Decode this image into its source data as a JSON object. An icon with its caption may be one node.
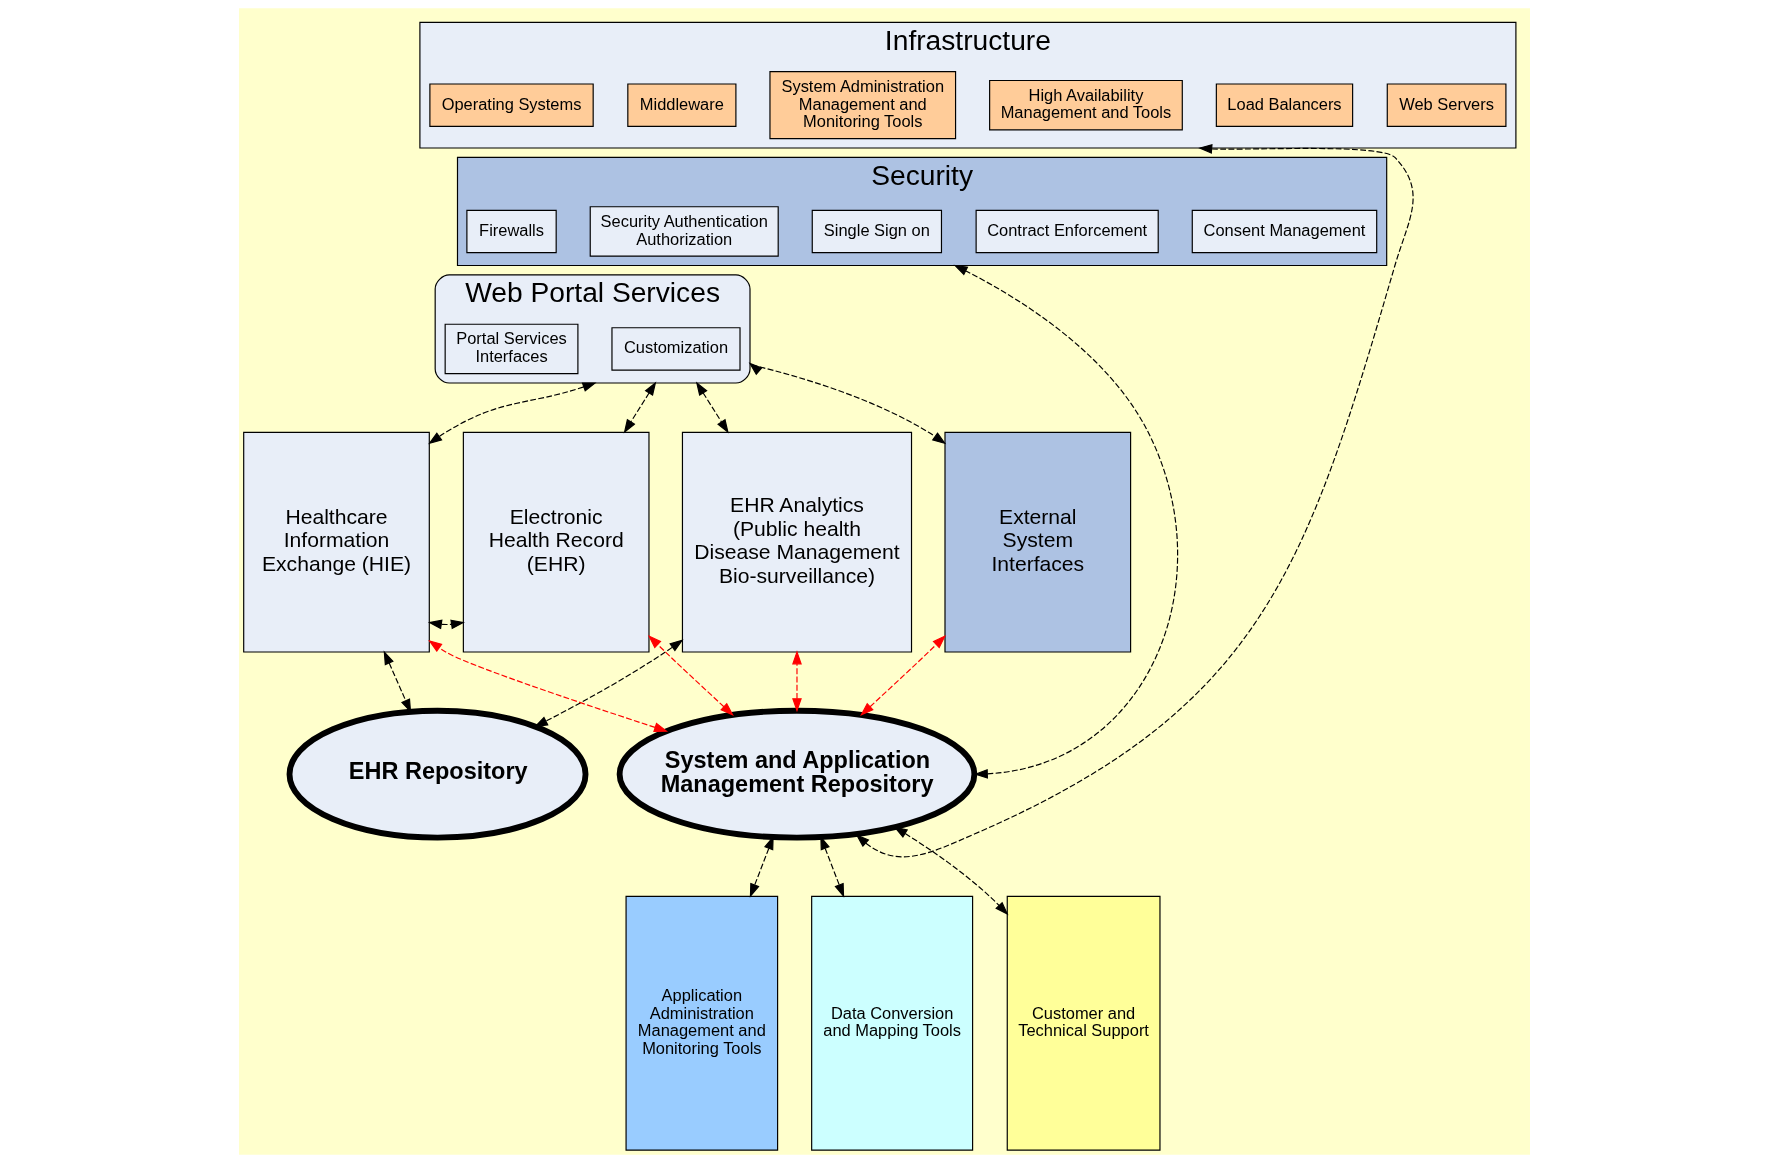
{
  "diagram": {
    "nodes": [
      {
        "text": [
          "Infrastructure"
        ]
      },
      {
        "text": [
          "Operating Systems"
        ],
        "in": 0
      },
      {
        "text": [
          "Middleware"
        ],
        "in": 0
      },
      {
        "text": [
          "System Administration Management and Monitoring Tools"
        ],
        "in": 0
      },
      {
        "text": [
          "High Availability Management and Tools"
        ],
        "in": 0
      },
      {
        "text": [
          "Load Balancers"
        ],
        "in": 0
      },
      {
        "text": [
          "Web Servers"
        ],
        "in": 0
      },
      {
        "text": [
          "Security"
        ]
      },
      {
        "text": [
          "Firewalls"
        ],
        "in": 7
      },
      {
        "text": [
          "Security Authentication Authorization"
        ],
        "in": 7
      },
      {
        "text": [
          "Single Sign on"
        ],
        "in": 7
      },
      {
        "text": [
          "Contract Enforcement"
        ],
        "in": 7
      },
      {
        "text": [
          "Consent Management"
        ],
        "in": 7
      },
      {
        "text": [
          "Web Portal Services"
        ]
      },
      {
        "text": [
          "Portal Services Interfaces"
        ],
        "in": 13
      },
      {
        "text": [
          "Customization"
        ],
        "in": 13
      },
      {
        "text": [
          "Healthcare Information Exchange (HIE)"
        ]
      },
      {
        "text": [
          "Electronic Health Record (EHR)"
        ]
      },
      {
        "text": [
          "EHR Analytics",
          "(Public health Disease Management Bio-surveillance)"
        ]
      },
      {
        "text": [
          "External System Interfaces"
        ]
      },
      {
        "text": [
          "EHR Repository"
        ]
      },
      {
        "text": [
          "System and Application Management Repository"
        ]
      },
      {
        "text": [
          "Application Administration Management and Monitoring Tools"
        ]
      },
      {
        "text": [
          "Data Conversion and Mapping Tools"
        ]
      },
      {
        "text": [
          "Customer and Technical Support"
        ]
      }
    ],
    "edges": [
      {
        "from": 13,
        "to": 16,
        "arrow": "both",
        "style": "dashed"
      },
      {
        "from": 13,
        "to": 17,
        "arrow": "both",
        "style": "dashed"
      },
      {
        "from": 13,
        "to": 18,
        "arrow": "both",
        "style": "dashed"
      },
      {
        "from": 13,
        "to": 19,
        "arrow": "both",
        "style": "dashed"
      },
      {
        "from": 16,
        "to": 17,
        "arrow": "both",
        "style": "dashed"
      },
      {
        "from": 16,
        "to": 20,
        "arrow": "both",
        "style": "dashed"
      },
      {
        "from": 18,
        "to": 20,
        "arrow": "both",
        "style": "dashed"
      },
      {
        "from": 21,
        "to": 16,
        "arrow": "both",
        "style": "dashed",
        "color": "#ff0000"
      },
      {
        "from": 21,
        "to": 17,
        "arrow": "both",
        "style": "dashed",
        "color": "#ff0000"
      },
      {
        "from": 21,
        "to": 18,
        "arrow": "both",
        "style": "dashed",
        "color": "#ff0000"
      },
      {
        "from": 21,
        "to": 19,
        "arrow": "both",
        "style": "dashed",
        "color": "#ff0000"
      },
      {
        "from": 21,
        "to": 7,
        "arrow": "both",
        "style": "dashed"
      },
      {
        "from": 21,
        "to": 0,
        "arrow": "both",
        "style": "dashed"
      },
      {
        "from": 21,
        "to": 22,
        "arrow": "both",
        "style": "dashed"
      },
      {
        "from": 21,
        "to": 23,
        "arrow": "both",
        "style": "dashed"
      },
      {
        "from": 21,
        "to": 24,
        "arrow": "both",
        "style": "dashed"
      }
    ]
  }
}
